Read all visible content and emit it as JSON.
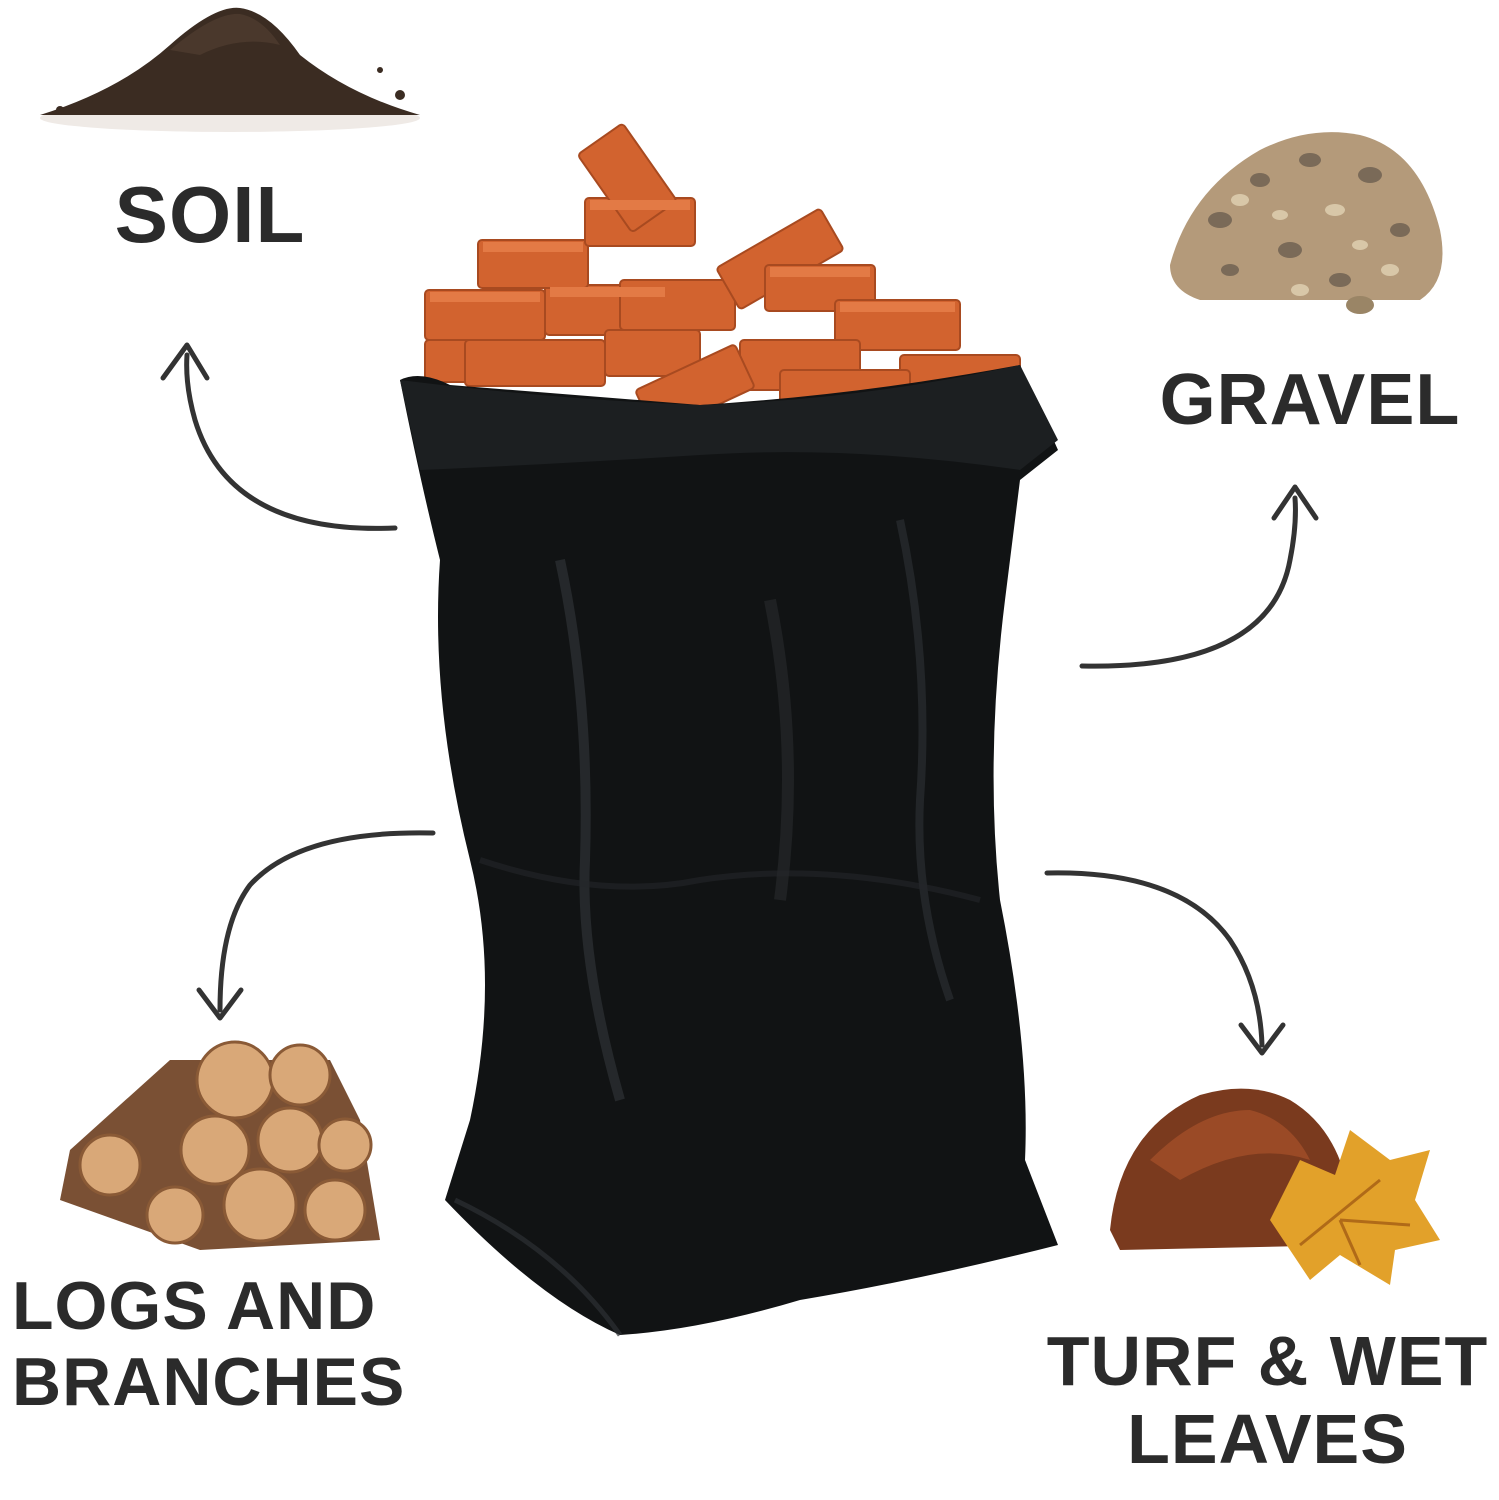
{
  "labels": {
    "soil": "SOIL",
    "gravel": "GRAVEL",
    "logs_line1": "LOGS AND",
    "logs_line2": "BRANCHES",
    "turf_line1": "TURF & WET",
    "turf_line2": "LEAVES"
  },
  "colors": {
    "text": "#2b2b2b",
    "arrow": "#333333",
    "bag": "#111314",
    "brick": "#d2632f",
    "soil": "#3b2c22",
    "wood": "#b0794a",
    "mulch": "#7a3a1e",
    "leaf": "#e2a12a"
  }
}
